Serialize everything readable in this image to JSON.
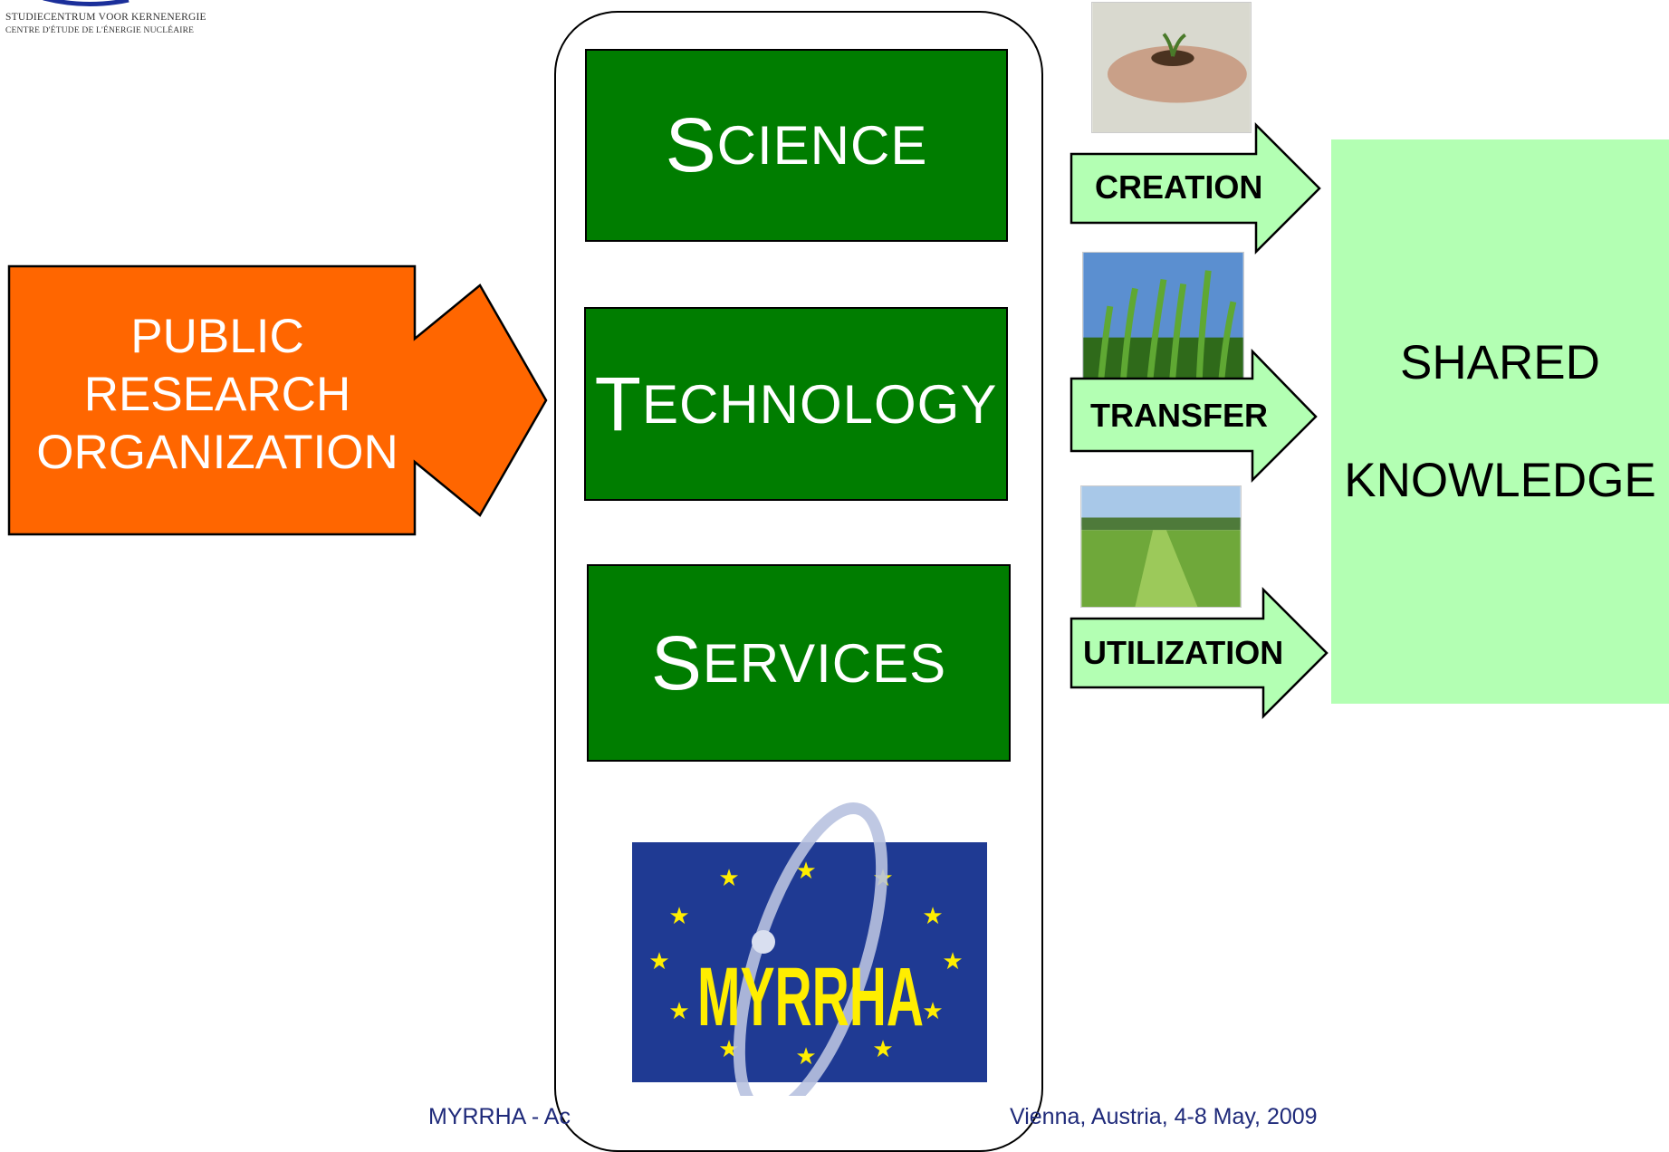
{
  "logo": {
    "line1": "STUDIECENTRUM VOOR KERNENERGIE",
    "line2": "CENTRE D'ÉTUDE DE L'ÉNERGIE NUCLÉAIRE"
  },
  "left_arrow": {
    "lines": [
      "PUBLIC",
      "RESEARCH",
      "ORGANIZATION"
    ],
    "color": "#ff6600"
  },
  "boxes": {
    "science": {
      "initial": "S",
      "rest": "CIENCE"
    },
    "technology": {
      "initial": "T",
      "rest": "ECHNOLOGY"
    },
    "services": {
      "initial": "S",
      "rest": "ERVICES"
    },
    "color": "#007d00"
  },
  "myrrha_logo": {
    "text": "MYRRHA"
  },
  "flows": [
    {
      "label": "CREATION",
      "image": "hands-seedling-photo"
    },
    {
      "label": "TRANSFER",
      "image": "grass-sprouts-photo"
    },
    {
      "label": "UTILIZATION",
      "image": "green-field-photo"
    }
  ],
  "shared_knowledge": {
    "line1": "SHARED",
    "line2": "KNOWLEDGE",
    "color": "#b3ffb3"
  },
  "footer": {
    "left": "MYRRHA  - Ac",
    "right": "Vienna, Austria, 4-8 May, 2009"
  }
}
